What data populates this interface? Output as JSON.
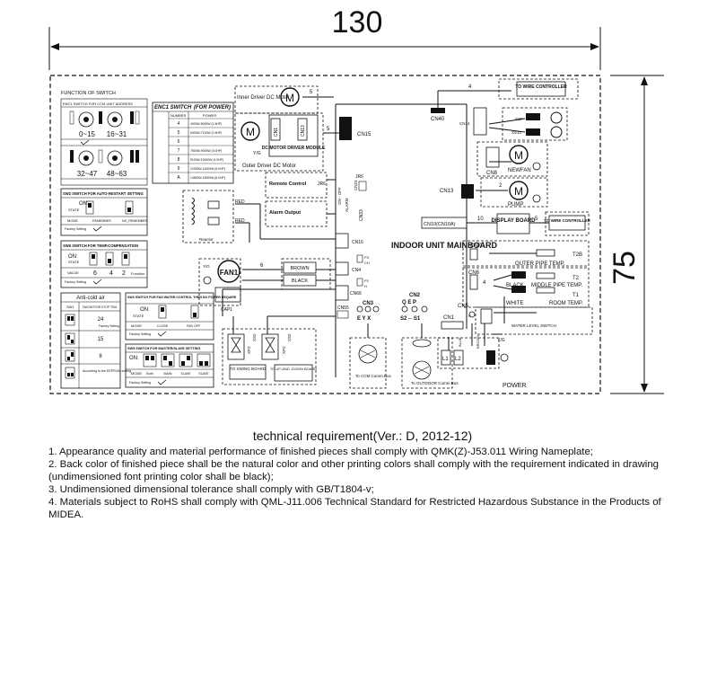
{
  "dimensions": {
    "width": "130",
    "height": "75"
  },
  "switch_section": {
    "title": "FUNCTION OF SWITCH",
    "addr_header": "ENC1 SWITCH FOR CCM UNIT ADDRESS",
    "ranges": [
      "0~15",
      "16~31",
      "32~47",
      "48~63"
    ],
    "enc1_title": "ENC1 SWITCH",
    "enc1_subtitle": "(FOR POWER)",
    "enc1_col1": "NUMBER",
    "enc1_col2": "POWER",
    "enc1_rows": [
      [
        "4",
        "4000W-5000W (1.5HP)"
      ],
      [
        "5",
        "5400W-7100W (2.5HP)"
      ],
      [
        "6",
        ""
      ],
      [
        "7",
        "7500W-9000W (3.0HP)"
      ],
      [
        "8",
        "9100W-10000W (4.0HP)"
      ],
      [
        "9",
        "12000W-14000W (5.0HP)"
      ],
      [
        "A",
        "14500W-16000W (6.0HP)"
      ]
    ],
    "sw2_title": "SW2 SWITCH FOR AUTO-RESTART SETTING",
    "sw2_on": "ON:",
    "sw2_state": "STATE",
    "sw2_mode": "MODE",
    "sw2_mode_a": "REMEMBER",
    "sw2_mode_b": "NO_REMEMBER",
    "factory_setting": "Factory Setting",
    "sw6_title": "SW6 SWITCH FOR TEMP.COMPENSATION",
    "sw6_value_label": "VALUE",
    "sw6_values": [
      "6",
      "4",
      "2",
      "Function"
    ],
    "anticold_title": "Anti-cold air",
    "anticold_col1": "SW1",
    "anticold_col2": "FAN MOTOR STOP TEM",
    "anticold_rows": [
      "24",
      "15",
      "8",
      "According to the EEPROM setting"
    ],
    "anticold_note": "Factory Setting",
    "sw3_title": "SW3 SWITCH FOR FAN WATER CONTROL THEN NO POWER REQUIRE",
    "sw3_mode_a": "CLOSE",
    "sw3_mode_b": "FAN OFF",
    "sw5_title": "SW5 SWITCH FOR MASTER/SLAVE SETTING",
    "sw5_modes": [
      "Both",
      "MAIN",
      "SLAVE",
      "SLAVE"
    ]
  },
  "components": {
    "inner_dc_motor": "Inner Driver DC Motor",
    "outer_dc_motor": "Outer Driver DC Motor",
    "dc_motor_driver": "DC MOTOR DRIVER MODULE",
    "motor": "M",
    "cn1": "CN1",
    "cn13": "CN13",
    "yg": "Y/G",
    "cn15": "CN15",
    "cn40": "CN40",
    "to_wire_controller": "TO WIRE CONTROLLER",
    "cn14": "CN14",
    "ssf": "SSF",
    "xs10": "XS10",
    "cn8": "CN8",
    "newfan": "NEWFAN",
    "cn13b": "CN13",
    "pump": "PUMP",
    "cn10": "CN10(CN10A)",
    "display_board": "DISPLAY BOARD",
    "remote_control": "Remote Control",
    "alarm_output": "Alarm Output",
    "jr6": "JR6",
    "cn23": "CN23",
    "cn33": "CN33",
    "on_off": "ON - OFF",
    "alarm": "ALARM",
    "reactor": "Reactor",
    "red": "RED",
    "cn16": "CN16",
    "fan1": "FAN1",
    "cap1": "CAP1",
    "brown": "BROWN",
    "black": "BLACK",
    "cn4": "CN4",
    "p3": "P3",
    "ch": "CH",
    "p2": "P2",
    "h": "H",
    "cn66": "CN66",
    "cn55": "CN55",
    "cn3": "CN3",
    "eyx": "E  Y  X",
    "cn2": "CN2",
    "qep": "Q  E  P",
    "s2s1": "S2 ─ S1",
    "indoor_title": "INDOOR UNIT MAINBOARD",
    "cn7": "CN7",
    "t2b": "T2B",
    "outer_pipe": "OUTER PIPE TEMP.",
    "cn6": "CN6",
    "t2": "T2",
    "t1": "T1",
    "black2": "BLACK",
    "white": "WHITE",
    "middle_pipe": "MIDDLE PIPE TEMP.",
    "room_temp": "ROOM TEMP.",
    "cn5": "CN5",
    "water_level": "WATER LEVEL SWITCH",
    "swing_board": "TO SWING BOARD",
    "updown_board": "TO UP-AND -DOWN BOARD",
    "xp2": "XP2",
    "xs2": "XS2",
    "to_ccm": "To CCM Comm.Bus",
    "to_outdoor": "To OUTDOOR Comm.Bus",
    "power": "POWER",
    "l1": "L1",
    "l2": "L2",
    "wire_blue": "BLUE",
    "wire_brown": "BROWN",
    "n_label": "N",
    "n2": "2",
    "n4": "4",
    "n5": "5",
    "n6": "6",
    "n10": "10"
  },
  "notes": {
    "title": "technical requirement(Ver.: D, 2012-12)",
    "items": [
      "1. Appearance quality and material performance of finished pieces shall comply with QMK(Z)-J53.011 Wiring Nameplate;",
      "2.  Back color of finished piece shall be the natural color and other printing colors shall comply with the requirement indicated in drawing (undimensioned font printing color shall be black);",
      "3.  Undimensioned dimensional tolerance shall comply with GB/T1804-v;",
      "4. Materials subject to RoHS shall comply with QML-J11.006 Technical Standard for Restricted Hazardous Substance in the Products of MIDEA."
    ]
  }
}
